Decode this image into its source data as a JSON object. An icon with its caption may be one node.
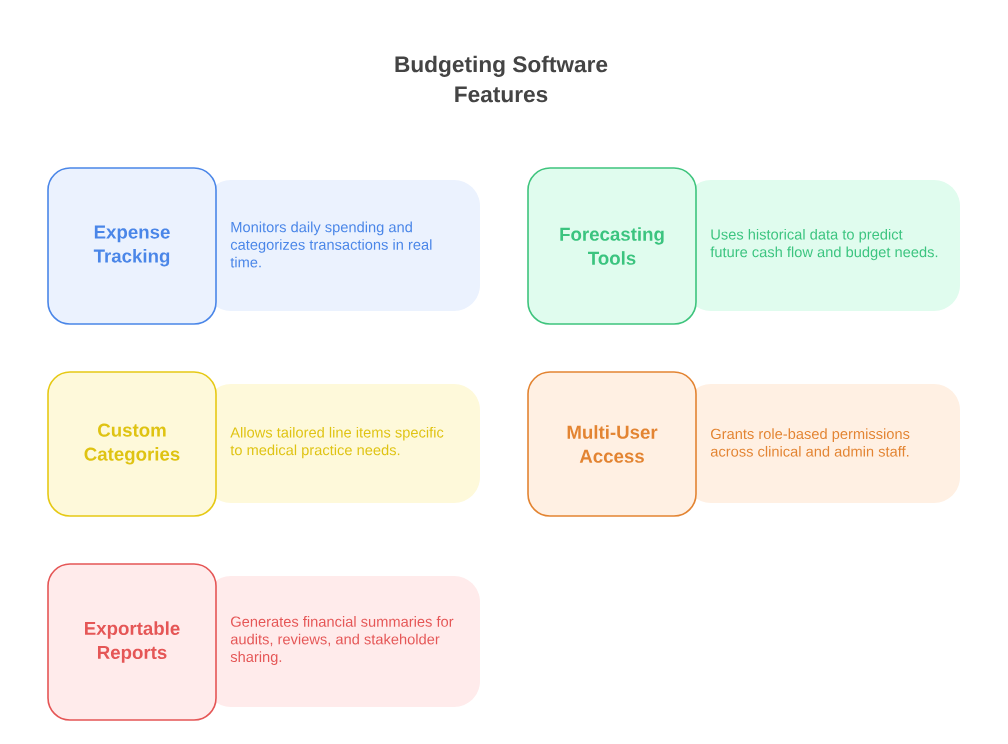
{
  "diagram": {
    "title": "Budgeting Software Features",
    "nodes": [
      {
        "text": [
          "Expense Tracking"
        ]
      },
      {
        "text": [
          "Monitors daily spending and categorizes transactions in real time."
        ]
      },
      {
        "text": [
          "Forecasting Tools"
        ]
      },
      {
        "text": [
          "Uses historical data to predict future cash flow and budget needs."
        ]
      },
      {
        "text": [
          "Custom Categories"
        ]
      },
      {
        "text": [
          "Allows tailored line items specific to medical practice needs."
        ]
      },
      {
        "text": [
          "Multi-User Access"
        ]
      },
      {
        "text": [
          "Grants role-based permissions across clinical and admin staff."
        ]
      },
      {
        "text": [
          "Exportable Reports"
        ]
      },
      {
        "text": [
          "Generates financial summaries for audits, reviews, and stakeholder sharing."
        ]
      }
    ]
  }
}
